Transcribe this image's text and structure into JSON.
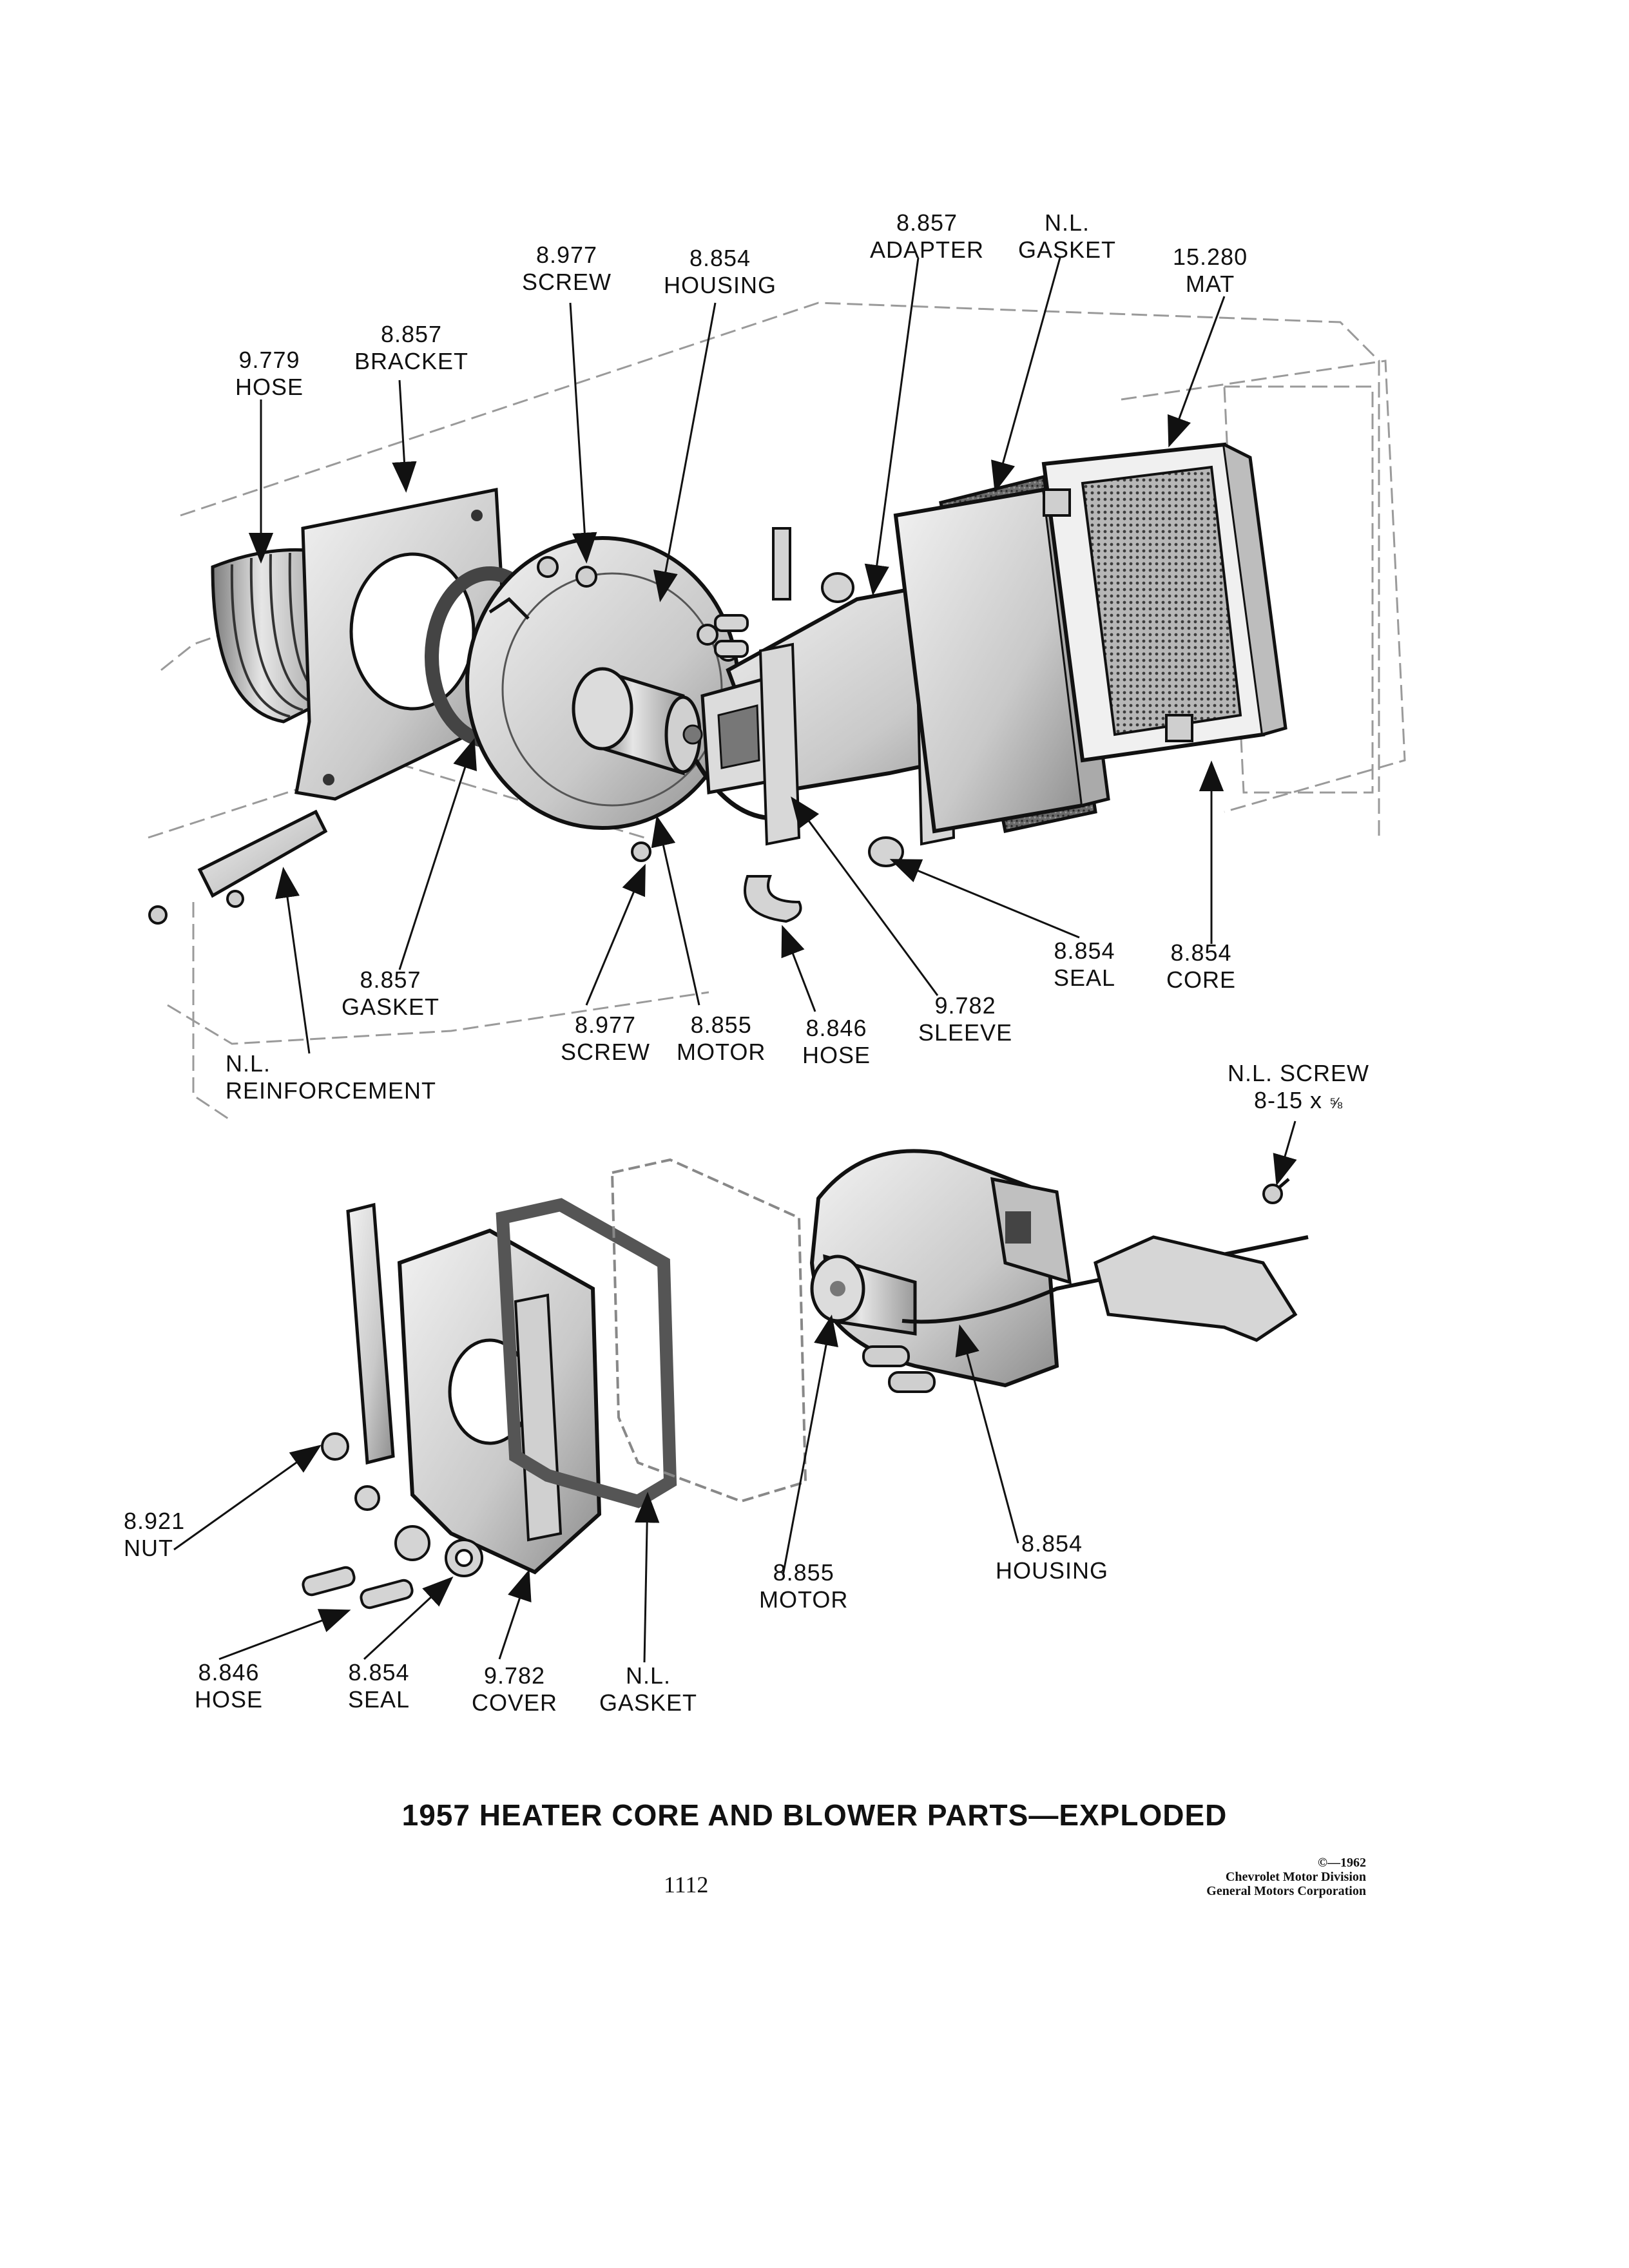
{
  "callouts": {
    "screw_top": {
      "num": "8.977",
      "name": "SCREW"
    },
    "housing_top": {
      "num": "8.854",
      "name": "HOUSING"
    },
    "adapter": {
      "num": "8.857",
      "name": "ADAPTER"
    },
    "gasket_nl_top": {
      "num": "N.L.",
      "name": "GASKET"
    },
    "mat": {
      "num": "15.280",
      "name": "MAT"
    },
    "bracket": {
      "num": "8.857",
      "name": "BRACKET"
    },
    "hose_top": {
      "num": "9.779",
      "name": "HOSE"
    },
    "seal_top": {
      "num": "8.854",
      "name": "SEAL"
    },
    "core": {
      "num": "8.854",
      "name": "CORE"
    },
    "sleeve": {
      "num": "9.782",
      "name": "SLEEVE"
    },
    "gasket_mid": {
      "num": "8.857",
      "name": "GASKET"
    },
    "screw_mid": {
      "num": "8.977",
      "name": "SCREW"
    },
    "motor_top": {
      "num": "8.855",
      "name": "MOTOR"
    },
    "hose_mid": {
      "num": "8.846",
      "name": "HOSE"
    },
    "reinforcement": {
      "num": "N.L.",
      "name": "REINFORCEMENT"
    },
    "screw_nl": {
      "num": "N.L. SCREW",
      "name": "8-15 x ",
      "frac": "⅝"
    },
    "nut": {
      "num": "8.921",
      "name": "NUT"
    },
    "motor_bottom": {
      "num": "8.855",
      "name": "MOTOR"
    },
    "housing_bottom": {
      "num": "8.854",
      "name": "HOUSING"
    },
    "hose_bottom": {
      "num": "8.846",
      "name": "HOSE"
    },
    "seal_bottom": {
      "num": "8.854",
      "name": "SEAL"
    },
    "cover": {
      "num": "9.782",
      "name": "COVER"
    },
    "gasket_nl_bottom": {
      "num": "N.L.",
      "name": "GASKET"
    }
  },
  "title": "1957 HEATER CORE AND BLOWER PARTS—EXPLODED",
  "page_number": "1112",
  "credit": {
    "copyright": "©—1962",
    "line1": "Chevrolet Motor Division",
    "line2": "General Motors Corporation"
  }
}
